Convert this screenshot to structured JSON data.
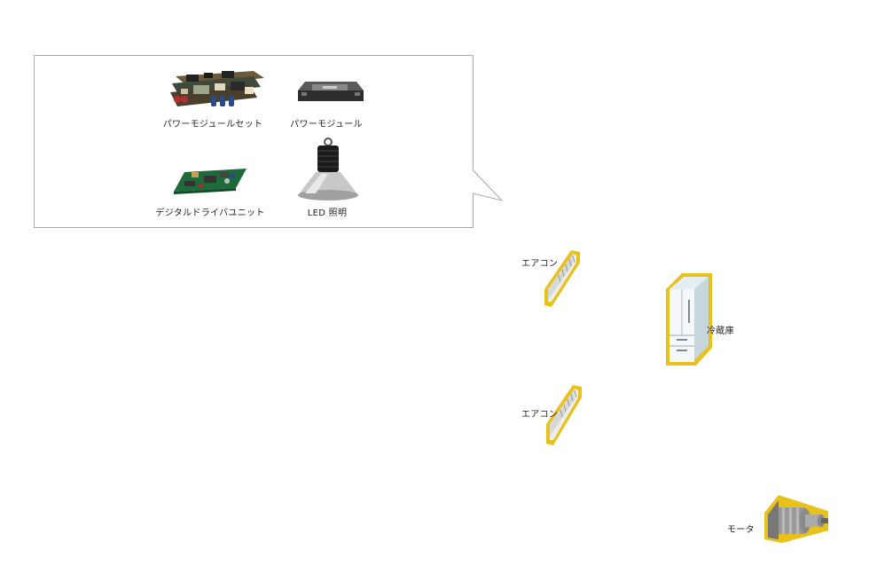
{
  "callout": {
    "products": [
      {
        "label": "パワーモジュールセット",
        "icon": "power-module-set-icon"
      },
      {
        "label": "パワーモジュール",
        "icon": "power-module-icon"
      },
      {
        "label": "デジタルドライバユニット",
        "icon": "digital-driver-unit-icon"
      },
      {
        "label": "LED 照明",
        "icon": "led-light-icon"
      }
    ]
  },
  "appliances": {
    "aircon_1": {
      "label": "エアコン",
      "icon": "air-conditioner-icon"
    },
    "fridge": {
      "label": "冷蔵庫",
      "icon": "refrigerator-icon"
    },
    "aircon_2": {
      "label": "エアコン",
      "icon": "air-conditioner-icon"
    },
    "motor": {
      "label": "モータ",
      "icon": "motor-icon"
    }
  },
  "colors": {
    "highlight_outline": "#e8c21a",
    "callout_border": "#aaaaaa"
  }
}
